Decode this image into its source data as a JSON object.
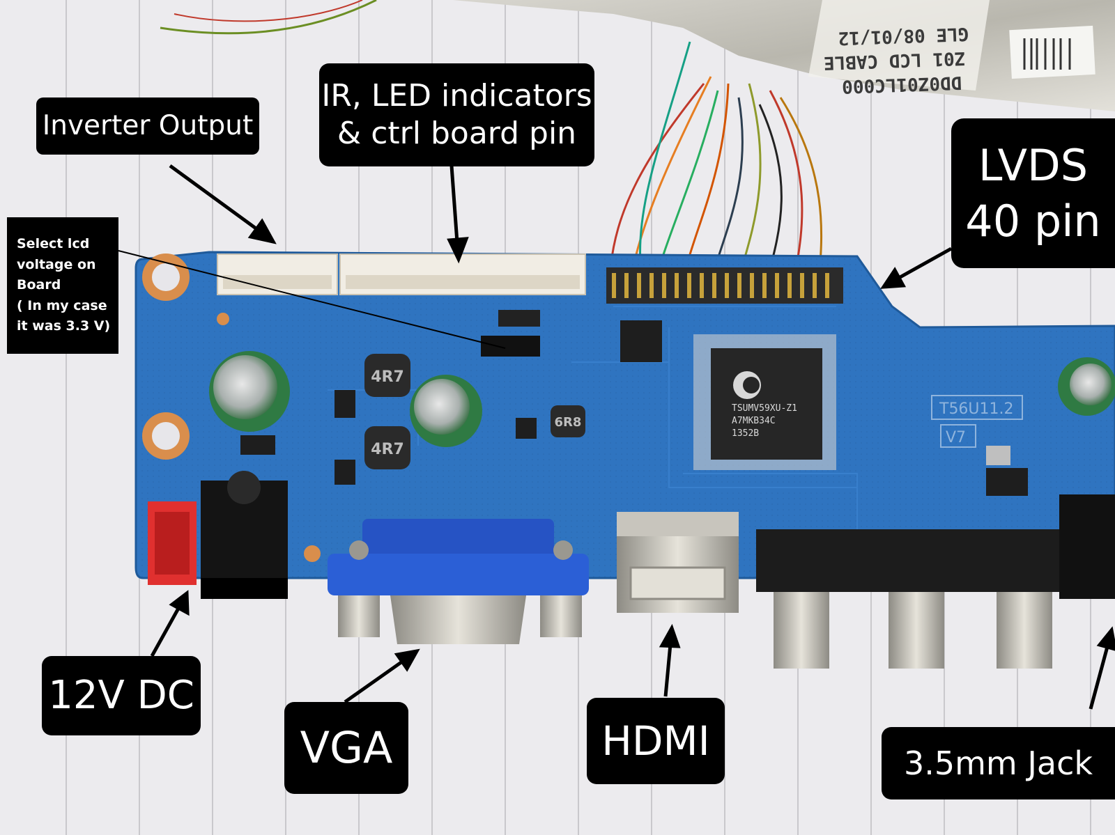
{
  "labels": {
    "inverter_output": "Inverter Output",
    "ir_led_line1": "IR, LED indicators",
    "ir_led_line2": "& ctrl board pin",
    "lvds_line1": "LVDS",
    "lvds_line2": "40 pin",
    "select_lcd_line1": "Select lcd",
    "select_lcd_line2": "voltage on",
    "select_lcd_line3": "Board",
    "select_lcd_line4": "( In my case",
    "select_lcd_line5": "it was 3.3 V)",
    "dc12v": "12V DC",
    "vga": "VGA",
    "hdmi": "HDMI",
    "jack": "3.5mm Jack"
  },
  "board_text": {
    "chip_line1": "TSUMV59XU-Z1",
    "chip_line2": "A7MKB34C",
    "chip_line3": "1352B",
    "model": "T56U11.2",
    "version": "V7",
    "inductor_1": "4R7",
    "inductor_2": "4R7",
    "inductor_3": "6R8",
    "cable_line1": "DD0Z01LC000",
    "cable_line2": "Z01 LCD CABLE",
    "cable_line3": "GLE 08/01/12"
  },
  "colors": {
    "pcb": "#2f74c0",
    "label_bg": "#000000",
    "label_text": "#ffffff",
    "paper": "#ecebee"
  }
}
